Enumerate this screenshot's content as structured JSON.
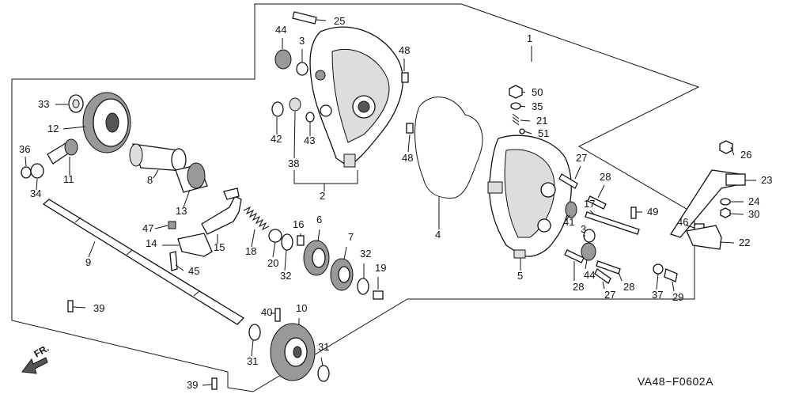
{
  "figure_code": "VA48−F0602A",
  "front_label": "FR.",
  "callouts": [
    {
      "text": "25"
    },
    {
      "text": "44"
    },
    {
      "text": "3"
    },
    {
      "text": "48"
    },
    {
      "text": "1"
    },
    {
      "text": "33"
    },
    {
      "text": "12"
    },
    {
      "text": "42"
    },
    {
      "text": "43"
    },
    {
      "text": "38"
    },
    {
      "text": "48"
    },
    {
      "text": "2"
    },
    {
      "text": "36"
    },
    {
      "text": "34"
    },
    {
      "text": "11"
    },
    {
      "text": "8"
    },
    {
      "text": "13"
    },
    {
      "text": "50"
    },
    {
      "text": "35"
    },
    {
      "text": "21"
    },
    {
      "text": "51"
    },
    {
      "text": "27"
    },
    {
      "text": "26"
    },
    {
      "text": "28"
    },
    {
      "text": "23"
    },
    {
      "text": "17"
    },
    {
      "text": "24"
    },
    {
      "text": "49"
    },
    {
      "text": "30"
    },
    {
      "text": "46"
    },
    {
      "text": "22"
    },
    {
      "text": "41"
    },
    {
      "text": "3"
    },
    {
      "text": "5"
    },
    {
      "text": "44"
    },
    {
      "text": "28"
    },
    {
      "text": "28"
    },
    {
      "text": "27"
    },
    {
      "text": "37"
    },
    {
      "text": "29"
    },
    {
      "text": "4"
    },
    {
      "text": "47"
    },
    {
      "text": "16"
    },
    {
      "text": "6"
    },
    {
      "text": "14"
    },
    {
      "text": "15"
    },
    {
      "text": "18"
    },
    {
      "text": "20"
    },
    {
      "text": "7"
    },
    {
      "text": "45"
    },
    {
      "text": "32"
    },
    {
      "text": "32"
    },
    {
      "text": "19"
    },
    {
      "text": "9"
    },
    {
      "text": "39"
    },
    {
      "text": "40"
    },
    {
      "text": "10"
    },
    {
      "text": "31"
    },
    {
      "text": "31"
    },
    {
      "text": "39"
    }
  ]
}
